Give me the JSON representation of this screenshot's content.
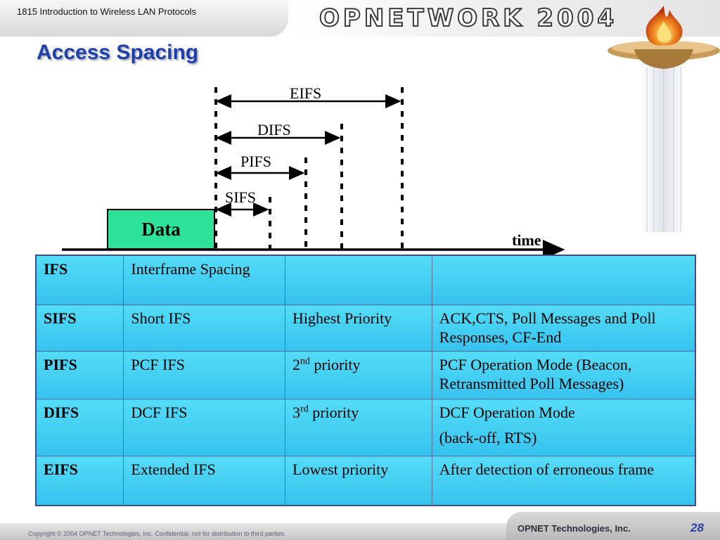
{
  "header": {
    "course": "1815 Introduction to Wireless LAN Protocols",
    "brand": "OPNETWORK 2004"
  },
  "slide": {
    "title": "Access Spacing"
  },
  "diagram": {
    "data_label": "Data",
    "time_label": "time",
    "intervals": {
      "eifs": "EIFS",
      "difs": "DIFS",
      "pifs": "PIFS",
      "sifs": "SIFS"
    }
  },
  "table": {
    "rows": [
      {
        "c1": "IFS",
        "c2": "Interframe Spacing",
        "c3": "",
        "c4": ""
      },
      {
        "c1": "SIFS",
        "c2": "Short IFS",
        "c3": "Highest Priority",
        "c4": "ACK,CTS, Poll Messages and Poll Responses, CF-End"
      },
      {
        "c1": "PIFS",
        "c2": "PCF IFS",
        "c3_num": "2",
        "c3_sup": "nd",
        "c3_rest": " priority",
        "c4": "PCF Operation Mode (Beacon, Retransmitted Poll Messages)"
      },
      {
        "c1": "DIFS",
        "c2": "DCF IFS",
        "c3_num": "3",
        "c3_sup": "rd",
        "c3_rest": " priority",
        "c4_line1": "DCF Operation Mode",
        "c4_line2": "(back-off, RTS)"
      },
      {
        "c1": "EIFS",
        "c2": "Extended IFS",
        "c3": "Lowest priority",
        "c4": "After detection of erroneous frame"
      }
    ]
  },
  "footer": {
    "copyright": "Copyright © 2004 OPNET Technologies, Inc.  Confidential, not for distribution to third parties.",
    "company": "OPNET Technologies, Inc.",
    "page": "28"
  },
  "colors": {
    "title": "#1d3fb0",
    "table_cell": "#3ecdf2",
    "data_box": "#2de39a"
  }
}
